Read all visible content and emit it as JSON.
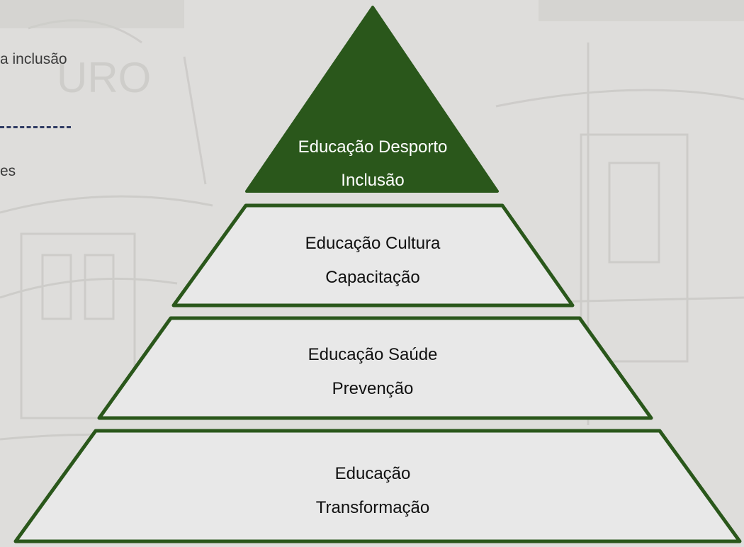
{
  "left_text": {
    "line1": "a inclusão",
    "line2": "es"
  },
  "pyramid": {
    "tiers": [
      {
        "line1": "Educação Desporto",
        "line2": "Inclusão",
        "fill": "#2a571b",
        "text_color": "#ffffff"
      },
      {
        "line1": "Educação Cultura",
        "line2": "Capacitação",
        "fill": "#e8e8e8",
        "text_color": "#111111"
      },
      {
        "line1": "Educação Saúde",
        "line2": "Prevenção",
        "fill": "#e8e8e8",
        "text_color": "#111111"
      },
      {
        "line1": "Educação",
        "line2": "Transformação",
        "fill": "#e8e8e8",
        "text_color": "#111111"
      }
    ],
    "stroke_color": "#2a571b"
  },
  "colors": {
    "background": "#dcdcda",
    "dash": "#2f3b63"
  }
}
